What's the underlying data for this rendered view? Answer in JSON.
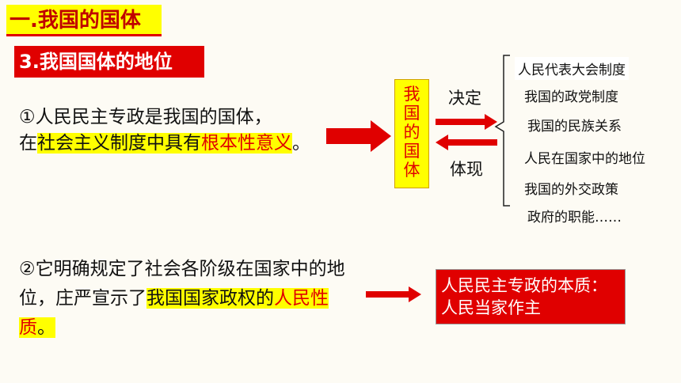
{
  "section_title": "一.我国的国体",
  "sub_title": "3.我国国体的地位",
  "point1": {
    "part1": "①人民民主专政是我国的国体，",
    "part2": "在",
    "highlight": "社会主义制度中具有",
    "highlight_red": "根本性意义",
    "end": "。"
  },
  "center_box": [
    "我",
    "国",
    "的",
    "国",
    "体"
  ],
  "arrow_labels": {
    "decides": "决定",
    "reflects": "体现"
  },
  "list_items": [
    "人民代表大会制度",
    "我国的政党制度",
    "我国的民族关系",
    "人民在国家中的地位",
    "我国的外交政策",
    "政府的职能……"
  ],
  "point2": {
    "part1": "②它明确规定了社会各阶级在国家中的地位，庄严宣示了",
    "highlight": "我国国家政权的",
    "highlight_red": "人民性质",
    "end": "。"
  },
  "answer": {
    "line1": "人民民主专政的本质：",
    "line2": "人民当家作主"
  },
  "colors": {
    "red": "#e00000",
    "yellow": "#ffff00",
    "dark_red": "#c00000"
  }
}
